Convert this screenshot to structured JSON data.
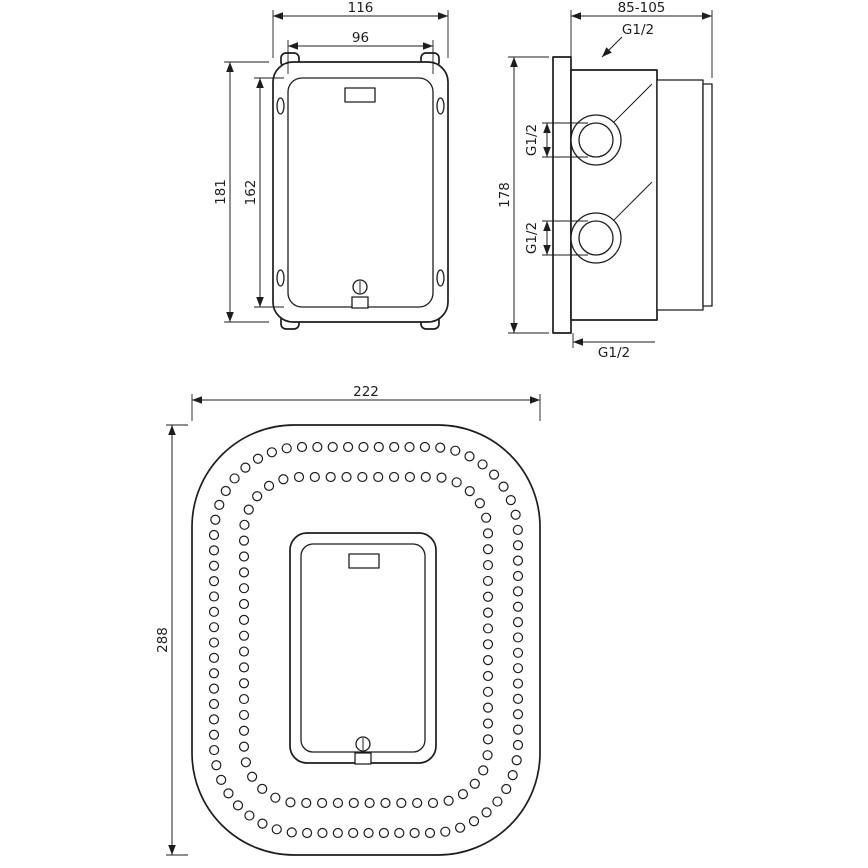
{
  "colors": {
    "ink": "#1d1d1f",
    "paper": "#ffffff"
  },
  "views": {
    "front": {
      "labels": {
        "outer_width": "116",
        "inner_width": "96",
        "outer_height": "181",
        "inner_height": "162"
      }
    },
    "side": {
      "labels": {
        "depth_range": "85-105",
        "height": "178",
        "port_top": "G1/2",
        "port_upper": "G1/2",
        "port_lower": "G1/2",
        "port_bottom": "G1/2"
      }
    },
    "plate": {
      "labels": {
        "width": "222",
        "height": "288"
      },
      "outer_hole_count": 80,
      "inner_hole_count": 66
    }
  }
}
